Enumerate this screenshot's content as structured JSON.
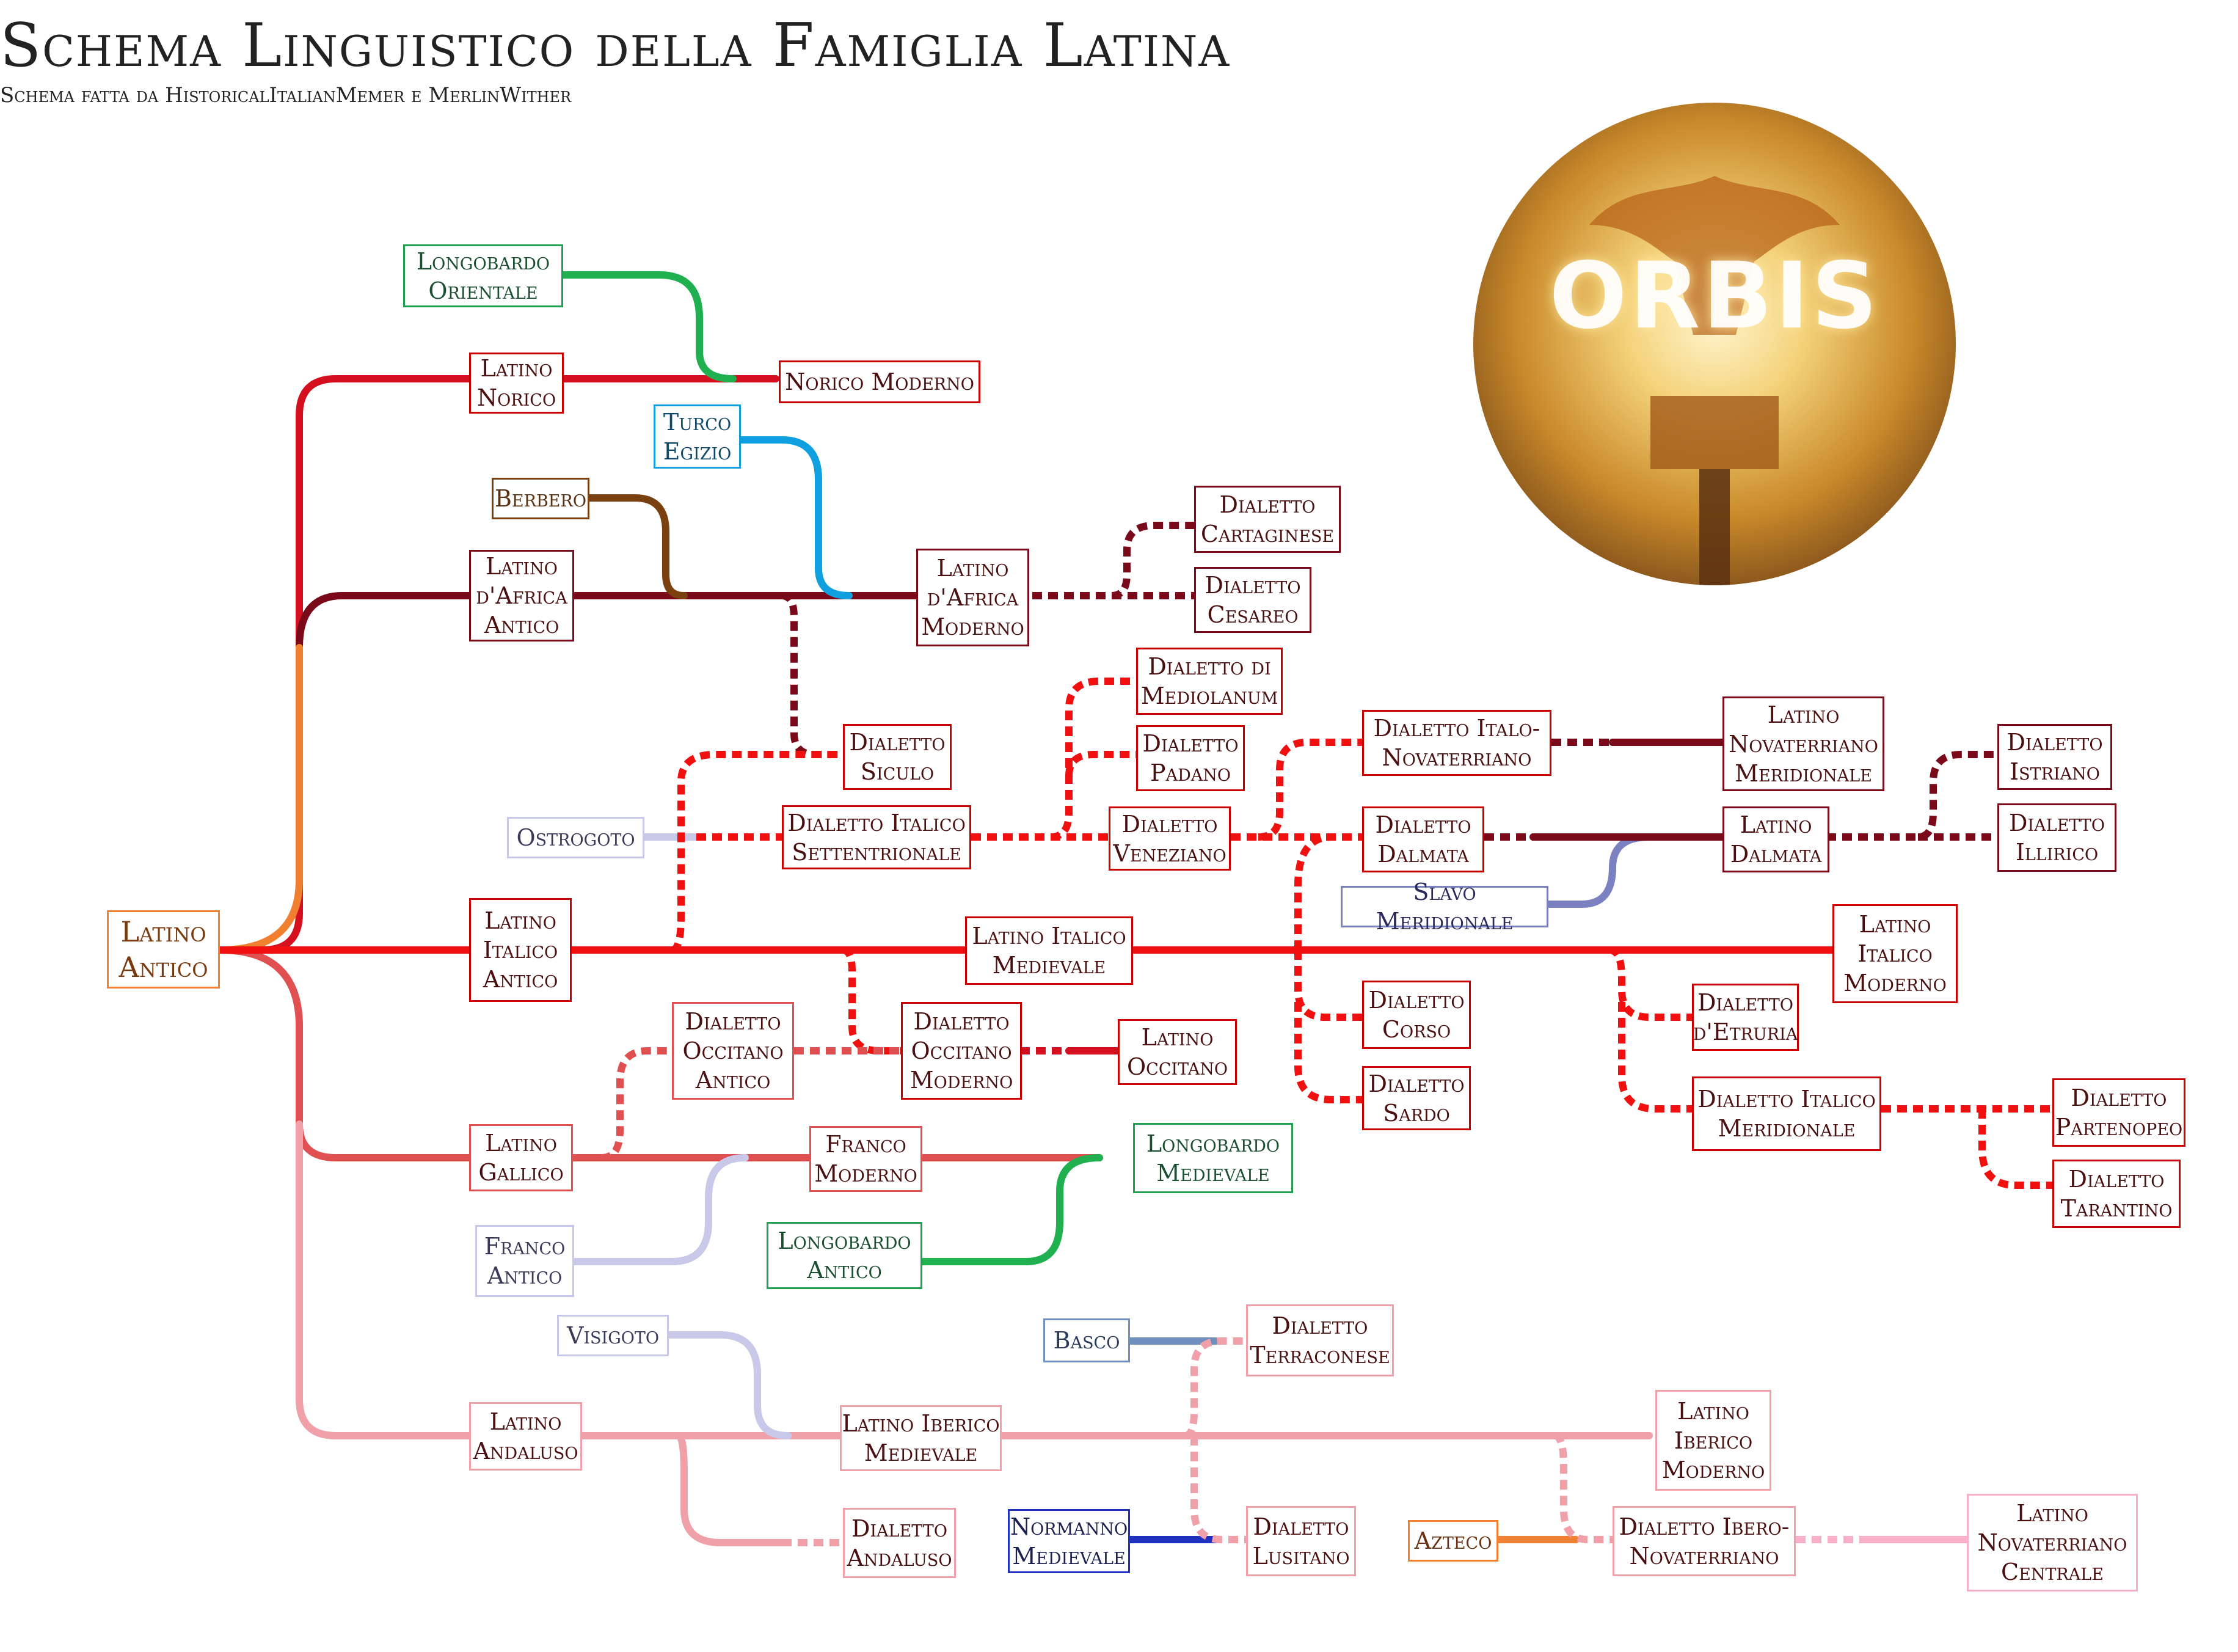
{
  "title": "Schema Linguistico della Famiglia Latina",
  "subtitle": "Schema fatta da HistoricalItalianMemer e MerlinWither",
  "logo_text": "ORBIS",
  "logo_icon": "roman-eagle-standard-icon",
  "colors": {
    "antico": "#f08030",
    "norico": "#d41020",
    "africa": "#7a0a1a",
    "italico": "#f01010",
    "gallico": "#e05050",
    "andaluso": "#f0a0a8",
    "longobardo": "#20a050",
    "turco": "#10a0e0",
    "berbero": "#7a4010",
    "ostrogoto": "#c8c8e8",
    "slavo": "#7a80c0",
    "basco": "#7090c0",
    "normanno": "#2030c0",
    "azteco": "#f08030",
    "novaterriano_centrale": "#f8b0c8"
  },
  "nodes": {
    "latino_antico": "Latino\nAntico",
    "longobardo_orientale": "Longobardo\nOrientale",
    "latino_norico": "Latino\nNorico",
    "norico_moderno": "Norico Moderno",
    "turco_egizio": "Turco\nEgizio",
    "berbero": "Berbero",
    "latino_africa_antico": "Latino\nd'Africa\nAntico",
    "latino_africa_moderno": "Latino\nd'Africa\nModerno",
    "dialetto_cartaginese": "Dialetto\nCartaginese",
    "dialetto_cesareo": "Dialetto\nCesareo",
    "dialetto_mediolanum": "Dialetto di\nMediolanum",
    "dialetto_padano": "Dialetto\nPadano",
    "dialetto_siculo": "Dialetto\nSiculo",
    "ostrogoto": "Ostrogoto",
    "dialetto_italico_settentrionale": "Dialetto Italico\nSettentrionale",
    "dialetto_veneziano": "Dialetto\nVeneziano",
    "dialetto_italo_novaterriano": "Dialetto Italo-\nNovaterriano",
    "latino_novaterriano_meridionale": "Latino\nNovaterriano\nMeridionale",
    "dialetto_istriano": "Dialetto\nIstriano",
    "dialetto_dalmata": "Dialetto\nDalmata",
    "latino_dalmata": "Latino\nDalmata",
    "dialetto_illirico": "Dialetto\nIllirico",
    "slavo_meridionale": "Slavo Meridionale",
    "latino_italico_antico": "Latino\nItalico\nAntico",
    "latino_italico_medievale": "Latino Italico\nMedievale",
    "latino_italico_moderno": "Latino\nItalico\nModerno",
    "dialetto_corso": "Dialetto\nCorso",
    "dialetto_sardo": "Dialetto\nSardo",
    "dialetto_etruria": "Dialetto\nd'Etruria",
    "dialetto_italico_meridionale": "Dialetto Italico\nMeridionale",
    "dialetto_partenopeo": "Dialetto\nPartenopeo",
    "dialetto_tarantino": "Dialetto\nTarantino",
    "dialetto_occitano_antico": "Dialetto\nOccitano\nAntico",
    "dialetto_occitano_moderno": "Dialetto\nOccitano\nModerno",
    "latino_occitano": "Latino\nOccitano",
    "latino_gallico": "Latino\nGallico",
    "franco_moderno": "Franco\nModerno",
    "longobardo_medievale": "Longobardo\nMedievale",
    "franco_antico": "Franco\nAntico",
    "longobardo_antico": "Longobardo\nAntico",
    "visigoto": "Visigoto",
    "basco": "Basco",
    "dialetto_terraconese": "Dialetto\nTerraconese",
    "latino_andaluso": "Latino\nAndaluso",
    "latino_iberico_medievale": "Latino Iberico\nMedievale",
    "latino_iberico_moderno": "Latino\nIberico\nModerno",
    "dialetto_andaluso": "Dialetto\nAndaluso",
    "normanno_medievale": "Normanno\nMedievale",
    "dialetto_lusitano": "Dialetto\nLusitano",
    "azteco": "Azteco",
    "dialetto_ibero_novaterriano": "Dialetto Ibero-\nNovaterriano",
    "latino_novaterriano_centrale": "Latino\nNovaterriano\nCentrale"
  }
}
